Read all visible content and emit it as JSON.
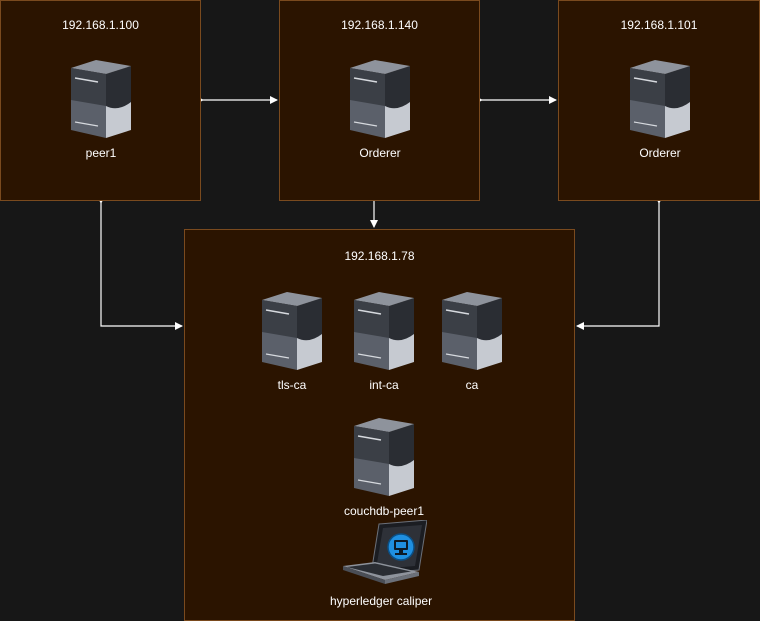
{
  "hosts": {
    "peer_host": {
      "ip": "192.168.1.100",
      "node_label": "peer1",
      "node_icon": "server-icon"
    },
    "orderer_host_main": {
      "ip": "192.168.1.140",
      "node_label": "Orderer",
      "node_icon": "server-icon"
    },
    "orderer_host_secondary": {
      "ip": "192.168.1.101",
      "node_label": "Orderer",
      "node_icon": "server-icon"
    },
    "central_host": {
      "ip": "192.168.1.78",
      "nodes": [
        {
          "label": "tls-ca",
          "icon": "server-icon"
        },
        {
          "label": "int-ca",
          "icon": "server-icon"
        },
        {
          "label": "ca",
          "icon": "server-icon"
        },
        {
          "label": "couchdb-peer1",
          "icon": "server-icon"
        },
        {
          "label": "hyperledger caliper",
          "icon": "laptop-icon"
        }
      ]
    }
  },
  "colors": {
    "background": "#171717",
    "box_fill": "#2b1400",
    "box_border": "#7a4a1e",
    "connector": "#ffffff"
  }
}
